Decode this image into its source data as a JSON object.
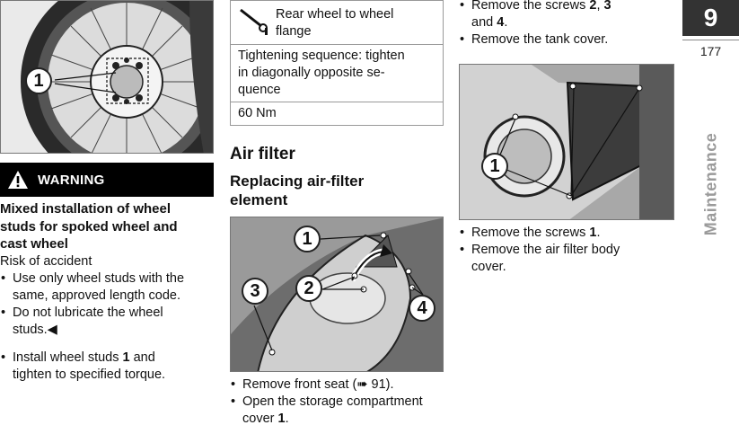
{
  "left": {
    "photo_callout": "1",
    "warning": {
      "label": "WARNING",
      "heading_l1": "Mixed installation of wheel",
      "heading_l2": "studs for spoked wheel and",
      "heading_l3": "cast wheel",
      "risk": "Risk of accident",
      "b1_l1": "Use only wheel studs with the",
      "b1_l2": "same, approved length code.",
      "b2_l1": "Do not lubricate the wheel",
      "b2_l2": "studs.◀"
    },
    "install_pre": "Install wheel studs ",
    "install_num": "1",
    "install_post": " and",
    "install_l2": "tighten to specified torque."
  },
  "middle": {
    "table": {
      "spec_title_l1": "Rear wheel to wheel",
      "spec_title_l2": "flange",
      "seq_l1": "Tightening sequence: tighten",
      "seq_l2": "in diagonally opposite se-",
      "seq_l3": "quence",
      "torque": "60 Nm"
    },
    "section_title": "Air filter",
    "subsection_l1": "Replacing air-filter",
    "subsection_l2": "element",
    "callouts": [
      "1",
      "2",
      "3",
      "4"
    ],
    "steps": {
      "s1_pre": "Remove front seat (",
      "s1_arrow": "➠",
      "s1_page": " 91).",
      "s2_l1": "Open the storage compartment",
      "s2_l2_pre": "cover ",
      "s2_num": "1",
      "s2_post": "."
    }
  },
  "right": {
    "steps_top": {
      "r1_pre": "Remove the screws ",
      "r1_n1": "2",
      "r1_sep": ", ",
      "r1_n2": "3",
      "r1_l2_pre": "and ",
      "r1_n3": "4",
      "r1_post": ".",
      "r2": "Remove the tank cover."
    },
    "photo_callout": "1",
    "steps_bottom": {
      "r3_pre": "Remove the screws ",
      "r3_num": "1",
      "r3_post": ".",
      "r4_l1": "Remove the air filter body",
      "r4_l2": "cover."
    }
  },
  "side_tab": {
    "chapter": "9",
    "page": "177",
    "label": "Maintenance"
  }
}
